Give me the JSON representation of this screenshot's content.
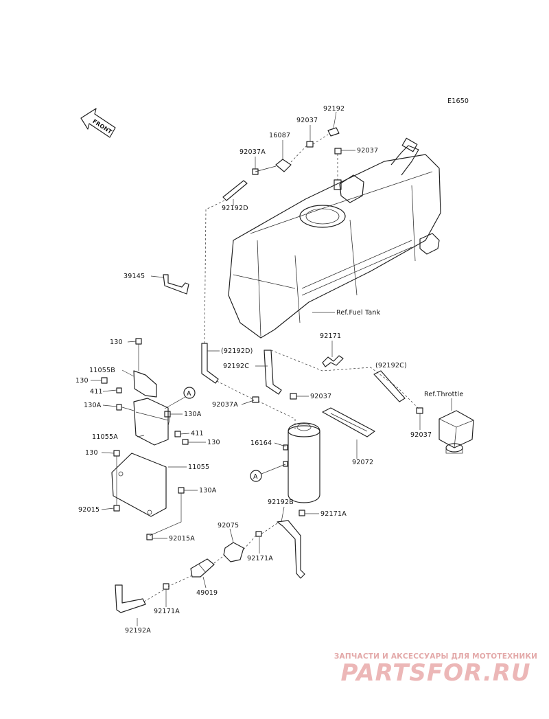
{
  "diagram_code": "E1650",
  "front_label": "FRONT",
  "refs": {
    "fuel_tank": "Ref.Fuel Tank",
    "throttle": "Ref.Throttle"
  },
  "circle_marker": "A",
  "parts": {
    "p92192": "92192",
    "p92037_top": "92037",
    "p16087": "16087",
    "p92037A_top": "92037A",
    "p92037_right": "92037",
    "p92192D": "92192D",
    "p39145": "39145",
    "p92192D_paren": "(92192D)",
    "p92171": "92171",
    "p92192C": "92192C",
    "p92192C_paren": "(92192C)",
    "p92037_mid": "92037",
    "p92037A_mid": "92037A",
    "p92037_throttle": "92037",
    "p16164": "16164",
    "p92072": "92072",
    "p130_a": "130",
    "p11055B": "11055B",
    "p130_b": "130",
    "p411_a": "411",
    "p130A_a": "130A",
    "p130A_b": "130A",
    "p11055A": "11055A",
    "p411_b": "411",
    "p130_c": "130",
    "p130_d": "130",
    "p11055": "11055",
    "p130A_c": "130A",
    "p92015": "92015",
    "p92015A": "92015A",
    "p92192B": "92192B",
    "p92171A_a": "92171A",
    "p92075": "92075",
    "p92171A_b": "92171A",
    "p49019": "49019",
    "p92171A_c": "92171A",
    "p92192A": "92192A"
  },
  "watermark": {
    "top": "ЗАПЧАСТИ И АКСЕССУАРЫ ДЛЯ МОТОТЕХНИКИ",
    "brand": "PARTSFOR.RU"
  }
}
